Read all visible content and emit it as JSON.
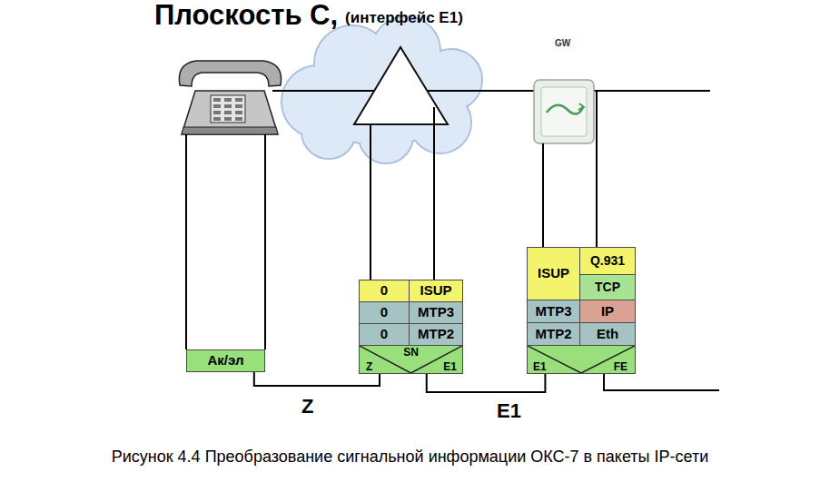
{
  "diagram": {
    "title": "Плоскость С,",
    "caption": "Рисунок 4.4 Преобразование сигнальной информации ОКС-7 в пакеты IP-сети",
    "nodes": [
      {
        "text": [
          "Ак/эл"
        ]
      },
      {
        "text": [
          "0"
        ]
      },
      {
        "text": [
          "ISUP"
        ]
      },
      {
        "text": [
          "0"
        ]
      },
      {
        "text": [
          "MTP3"
        ]
      },
      {
        "text": [
          "0"
        ]
      },
      {
        "text": [
          "MTP2"
        ]
      },
      {
        "text": [
          "SN",
          "Z",
          "E1"
        ]
      },
      {
        "text": [
          "ISUP"
        ]
      },
      {
        "text": [
          "Q.931"
        ]
      },
      {
        "text": [
          "TCP"
        ]
      },
      {
        "text": [
          "MTP3"
        ]
      },
      {
        "text": [
          "IP"
        ]
      },
      {
        "text": [
          "MTP2"
        ]
      },
      {
        "text": [
          "Eth"
        ]
      },
      {
        "text": [
          "E1",
          "FE"
        ]
      }
    ],
    "edges": [
      {
        "from": 0,
        "to": 7,
        "arrow": "none",
        "label": "Z"
      },
      {
        "from": 7,
        "to": 15,
        "arrow": "none",
        "label": "E1"
      }
    ],
    "labels": [
      "(интерфейс E1)",
      "GW"
    ]
  }
}
